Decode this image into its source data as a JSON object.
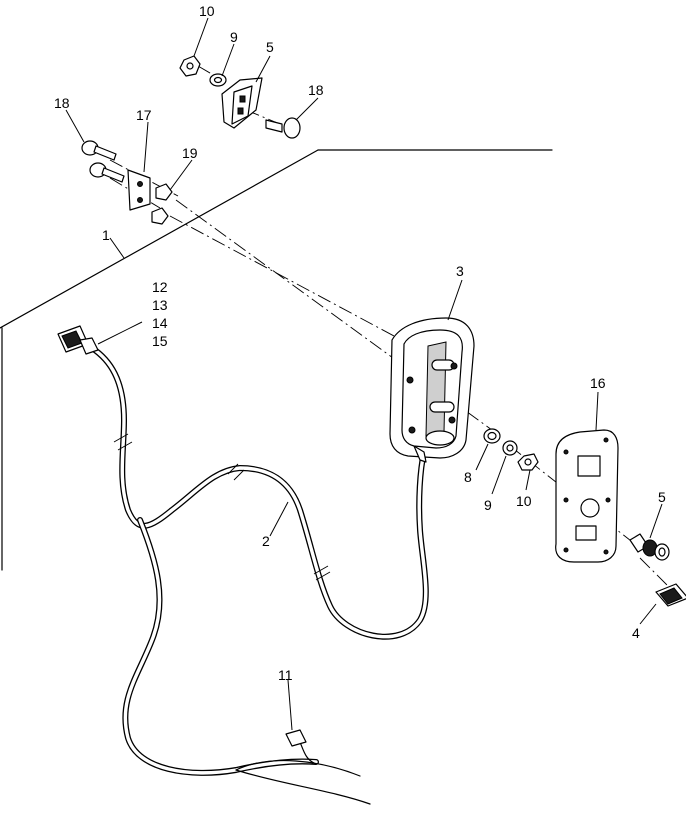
{
  "labels": {
    "l1": "1",
    "l2": "2",
    "l3": "3",
    "l4": "4",
    "l5_top": "5",
    "l5_right": "5",
    "l8": "8",
    "l9_top": "9",
    "l9_mid": "9",
    "l10_top": "10",
    "l10_mid": "10",
    "l11": "11",
    "l12": "12",
    "l13": "13",
    "l14": "14",
    "l15": "15",
    "l16": "16",
    "l17": "17",
    "l18_left": "18",
    "l18_right": "18",
    "l19": "19"
  },
  "icons": {
    "housing": "switch-housing-icon",
    "plate": "switch-plate-icon",
    "connector": "connector-plug-icon"
  }
}
